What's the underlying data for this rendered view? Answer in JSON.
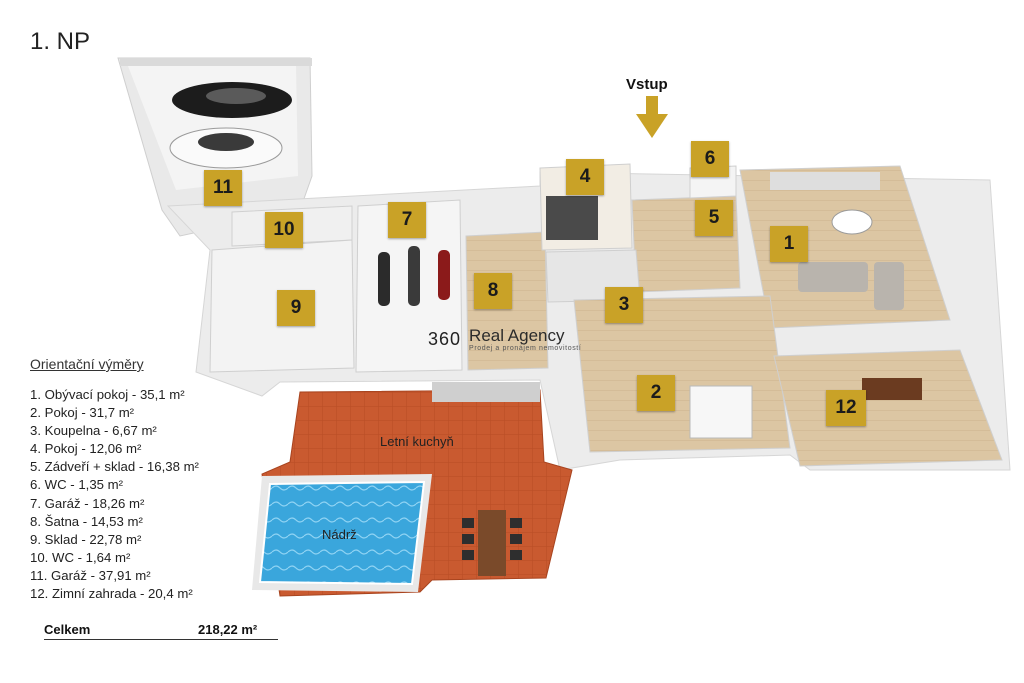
{
  "title": "1. NP",
  "entrance_label": "Vstup",
  "legend": {
    "heading": "Orientační výměry",
    "items": [
      "1. Obývací pokoj - 35,1 m²",
      "2. Pokoj - 31,7 m²",
      "3. Koupelna - 6,67 m²",
      "4. Pokoj - 12,06 m²",
      "5. Zádveří + sklad - 16,38 m²",
      "6. WC - 1,35 m²",
      "7. Garáž - 18,26 m²",
      "8. Šatna - 14,53  m²",
      "9. Sklad - 22,78 m²",
      "10. WC - 1,64 m²",
      "11. Garáž - 37,91 m²",
      "12. Zimní zahrada - 20,4 m²"
    ],
    "total_label": "Celkem",
    "total_value": "218,22 m²"
  },
  "rooms": [
    "1",
    "2",
    "3",
    "4",
    "5",
    "6",
    "7",
    "8",
    "9",
    "10",
    "11",
    "12"
  ],
  "floor_labels": {
    "summer_kitchen": "Letní kuchyň",
    "pool": "Nádrž"
  },
  "logo": {
    "number": "360",
    "brand": "Real Agency",
    "tagline": "Prodej a pronájem nemovitostí"
  },
  "colors": {
    "badge": "#c9a227",
    "wood_floor": "#d9c2a0",
    "terracotta": "#c8582e",
    "pool_water": "#3aa6dc",
    "wall": "#f1f1f1"
  }
}
